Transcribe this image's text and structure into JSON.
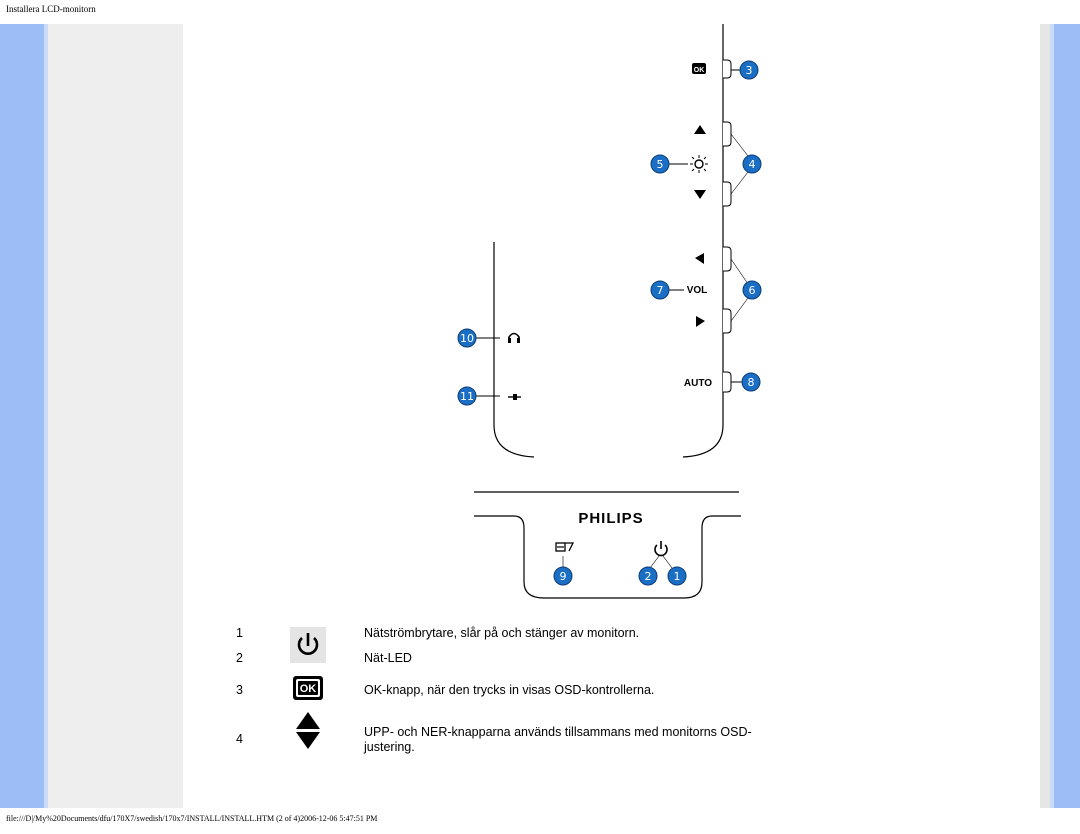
{
  "page": {
    "title": "Installera LCD-monitorn",
    "footer": "file:///D|/My%20Documents/dfu/170X7/swedish/170x7/INSTALL/INSTALL.HTM (2 of 4)2006-12-06 5:47:51 PM"
  },
  "diagram": {
    "callouts": [
      "1",
      "2",
      "3",
      "4",
      "5",
      "6",
      "7",
      "8",
      "9",
      "10",
      "11"
    ],
    "vol_label": "VOL",
    "auto_label": "AUTO",
    "brand": "PHILIPS",
    "ok_label": "OK"
  },
  "legend": [
    {
      "num": "1",
      "icon": "power-icon",
      "text": "Nätströmbrytare, slår på och stänger av monitorn."
    },
    {
      "num": "2",
      "icon": "",
      "text": "Nät-LED"
    },
    {
      "num": "3",
      "icon": "ok-icon",
      "text": "OK-knapp, när den trycks in visas OSD-kontrollerna."
    },
    {
      "num": "4",
      "icon": "up-down-arrows-icon",
      "text": "UPP- och NER-knapparna används tillsammans med monitorns OSD-justering."
    }
  ]
}
